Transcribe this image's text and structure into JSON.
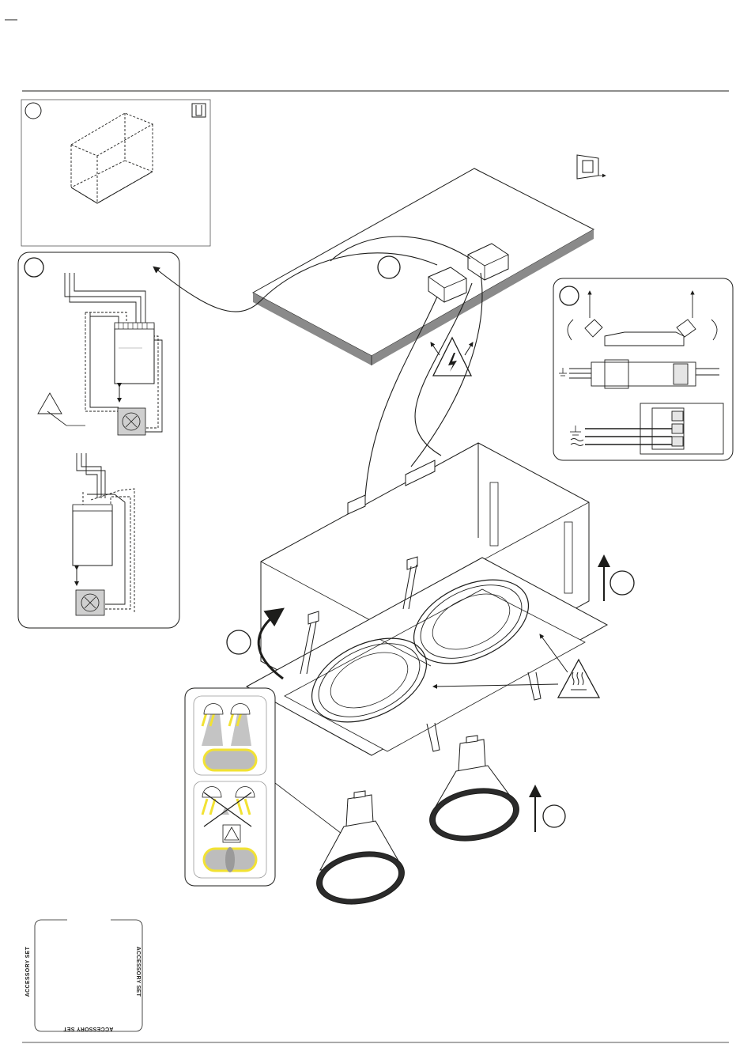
{
  "header": {
    "mark": ""
  },
  "accessory": {
    "left_label": "ACCESSORY SET",
    "right_label": "ACCESSORY SET",
    "bottom_label": "ACCESSORY SET"
  },
  "colors": {
    "ink": "#1d1d1b",
    "gray_wall": "#8a8a8a",
    "light_gray": "#c9c9c9",
    "warning_yellow": "#f2e233",
    "beam_gray": "#bdbdbd"
  },
  "icons": [
    "lightning-warning-icon",
    "hot-surface-warning-icon",
    "ceiling-box-icon",
    "push-direction-icon",
    "ground-symbol-icon"
  ]
}
